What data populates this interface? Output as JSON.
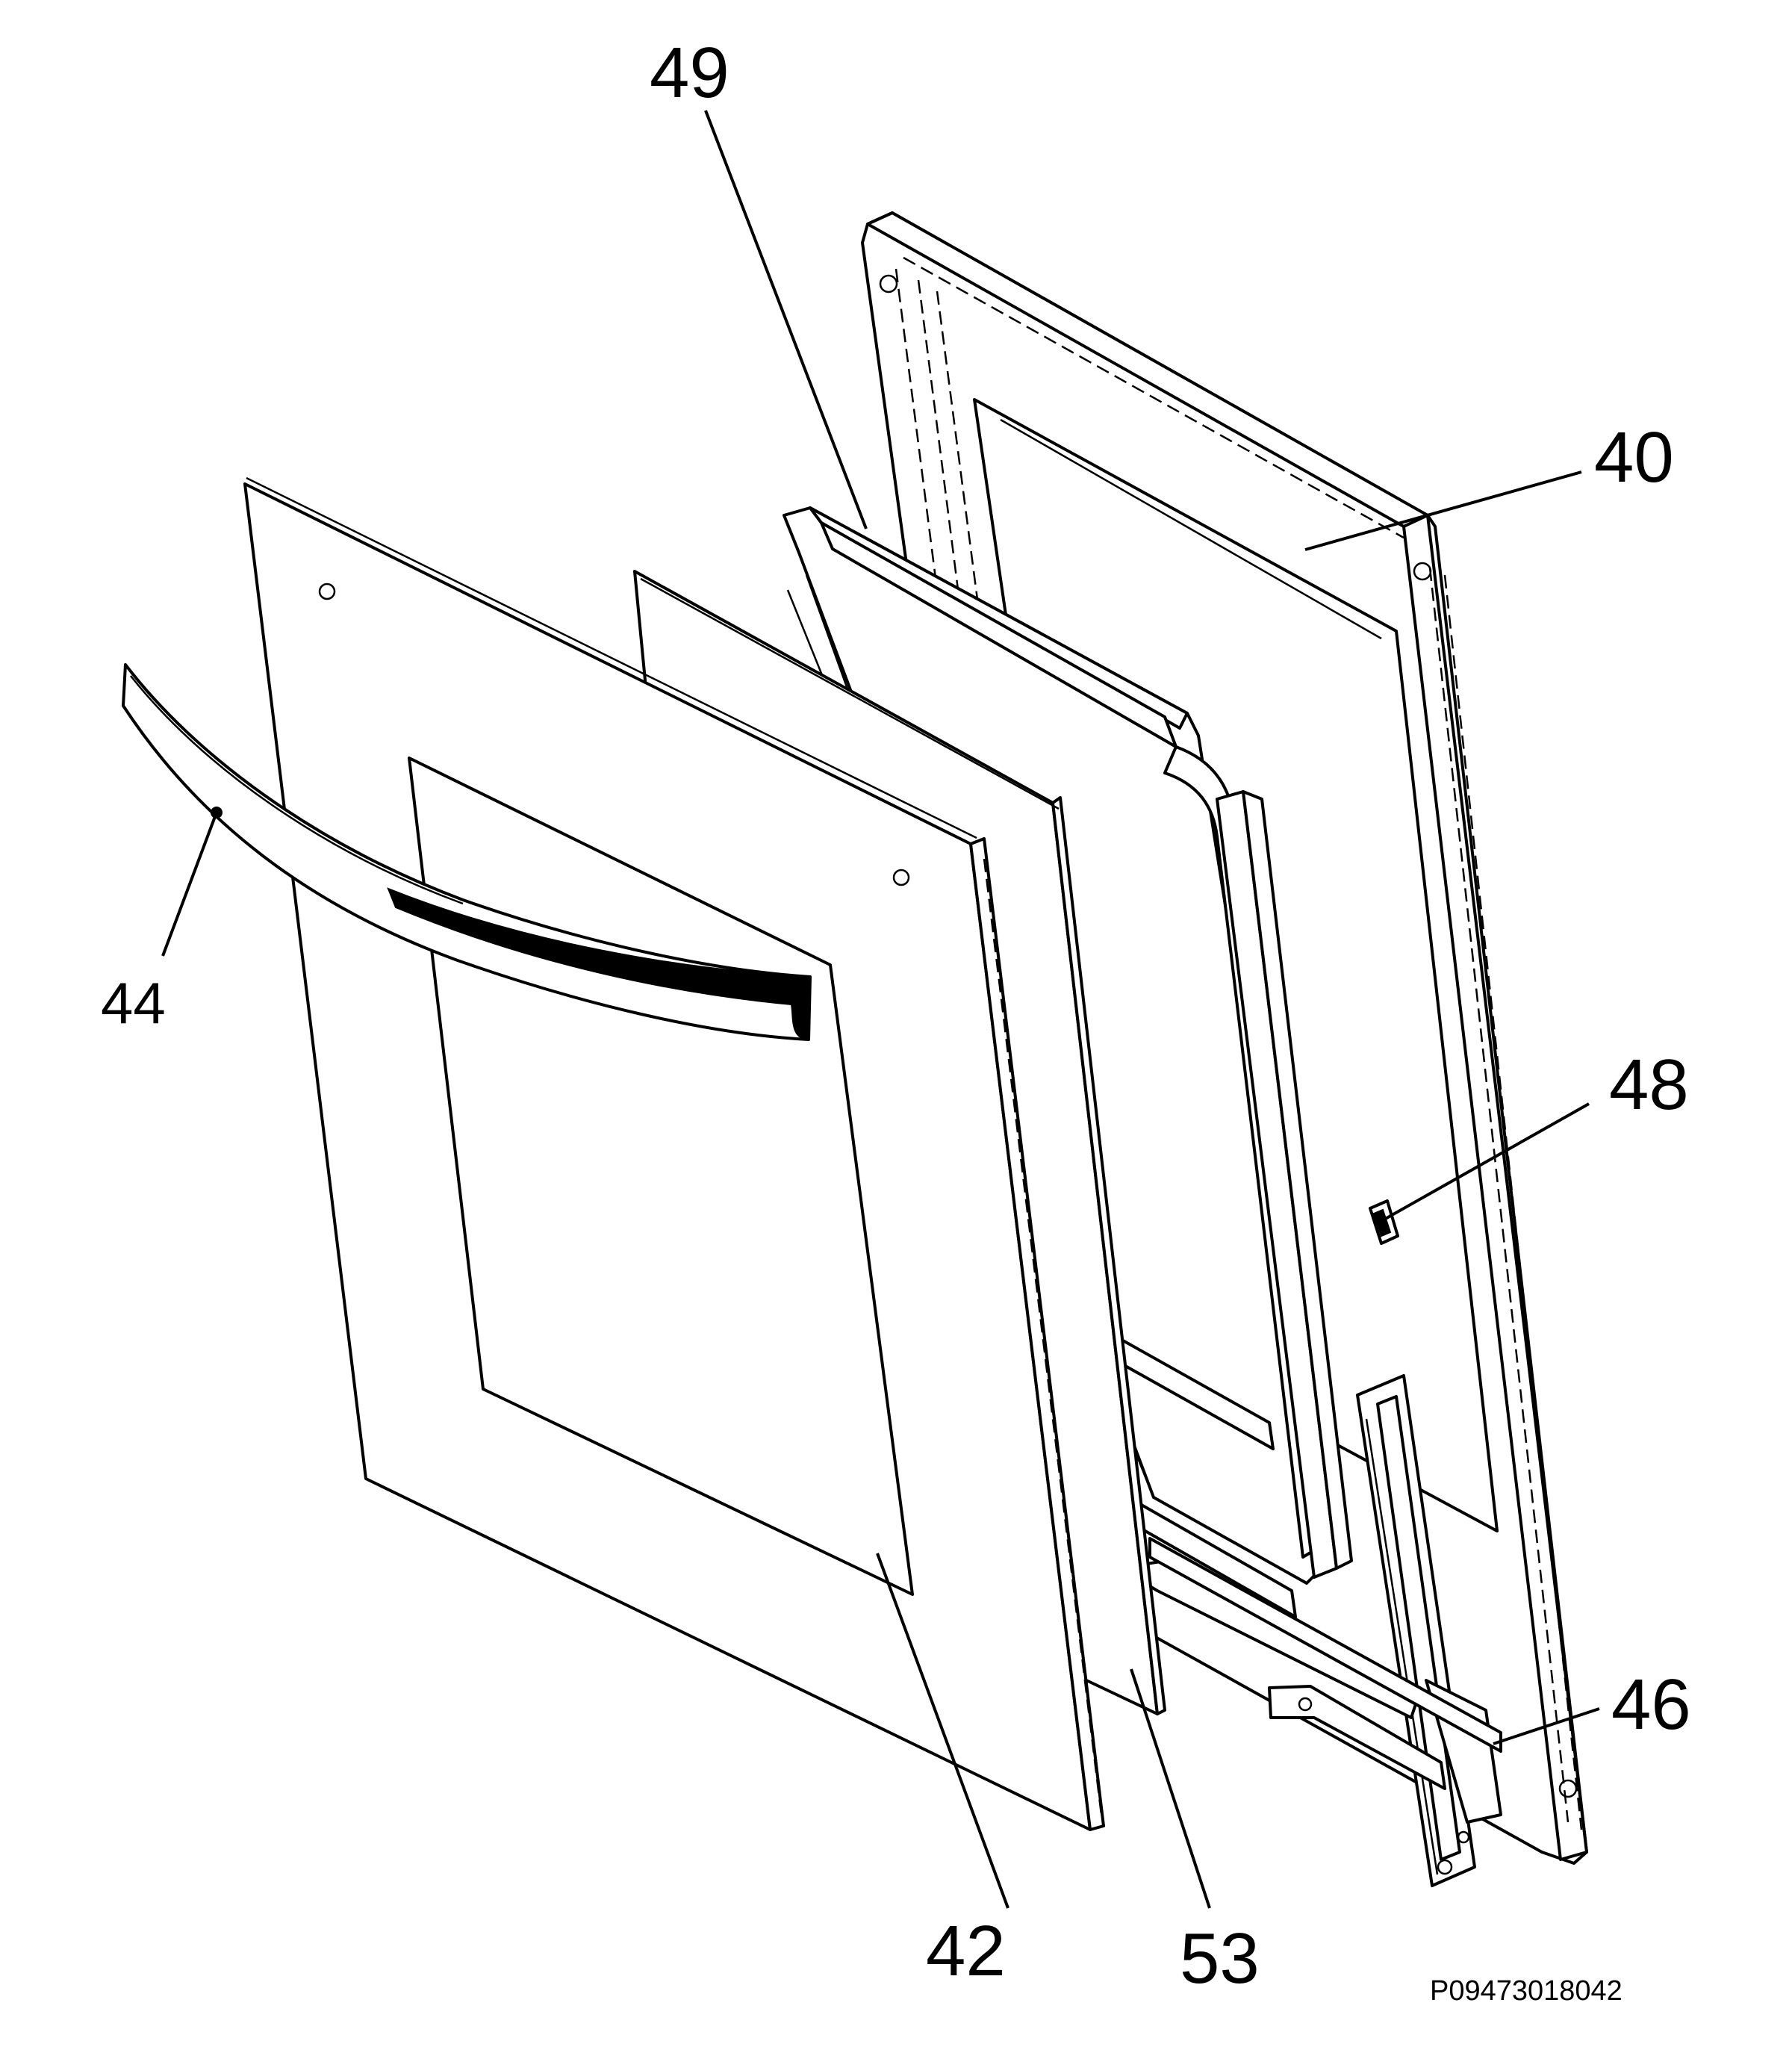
{
  "figure": {
    "drawing_code": "P09473018042"
  },
  "callouts": [
    {
      "id": "40",
      "label": "40",
      "part": "door-frame"
    },
    {
      "id": "42",
      "label": "42",
      "part": "outer-door-glass"
    },
    {
      "id": "44",
      "label": "44",
      "part": "door-handle"
    },
    {
      "id": "46",
      "label": "46",
      "part": "door-hinge"
    },
    {
      "id": "48",
      "label": "48",
      "part": "frame-clip"
    },
    {
      "id": "49",
      "label": "49",
      "part": "inner-glass-seal"
    },
    {
      "id": "53",
      "label": "53",
      "part": "inner-door-glass"
    }
  ]
}
